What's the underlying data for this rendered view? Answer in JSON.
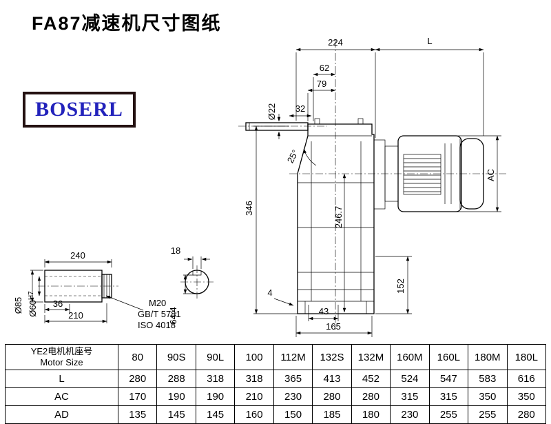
{
  "page": {
    "title": "FA87减速机尺寸图纸",
    "logo_text": "BOSERL"
  },
  "dims": {
    "top_width": "224",
    "motor_length": "L",
    "d62": "62",
    "d79": "79",
    "d32": "32",
    "shaft_dia": "Ø22",
    "angle": "25°",
    "height_346": "346",
    "center_height": "246.7",
    "motor_ac": "AC",
    "d152": "152",
    "d4": "4",
    "d43": "43",
    "base_width": "165",
    "shaft_len": "240",
    "hub_dia": "Ø85",
    "bore_dia": "Ø60",
    "bore_tol": "H7",
    "d36": "36",
    "d210": "210",
    "bolt": "M20",
    "std1": "GB/T 5781",
    "std2": "ISO 4018",
    "key_width": "18",
    "key_height": "64.4"
  },
  "table": {
    "header_cn": "YE2电机机座号",
    "header_en": "Motor Size",
    "columns": [
      "80",
      "90S",
      "90L",
      "100",
      "112M",
      "132S",
      "132M",
      "160M",
      "160L",
      "180M",
      "180L"
    ],
    "rows": [
      {
        "label": "L",
        "values": [
          "280",
          "288",
          "318",
          "318",
          "365",
          "413",
          "452",
          "524",
          "547",
          "583",
          "616"
        ]
      },
      {
        "label": "AC",
        "values": [
          "170",
          "190",
          "190",
          "210",
          "230",
          "280",
          "280",
          "315",
          "315",
          "350",
          "350"
        ]
      },
      {
        "label": "AD",
        "values": [
          "135",
          "145",
          "145",
          "160",
          "150",
          "185",
          "180",
          "230",
          "255",
          "255",
          "280"
        ]
      }
    ]
  }
}
